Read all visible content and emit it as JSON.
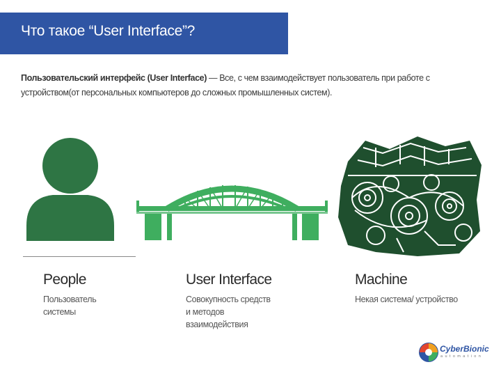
{
  "header": {
    "title": "Что такое “User Interface”?"
  },
  "definition": {
    "term": "Пользовательский интерфейс (User Interface)",
    "dash": " — ",
    "text": "Все, с чем взаимодействует пользователь при работе с устройством(от персональных компьютеров до сложных промышленных систем)."
  },
  "columns": [
    {
      "title": "People",
      "desc_lines": [
        "Пользователь",
        "системы"
      ]
    },
    {
      "title": "User Interface",
      "desc_lines": [
        "Совокупность средств",
        "и методов",
        "взаимодействия"
      ]
    },
    {
      "title": "Machine",
      "desc_lines": [
        "Некая система/ устройство"
      ]
    }
  ],
  "illustrations": {
    "person": "person-silhouette-icon",
    "bridge": "bridge-icon",
    "machine": "engine-icon"
  },
  "logo": {
    "brand": "CyberBionic",
    "sub": "automation"
  },
  "colors": {
    "header_bg": "#2f55a4",
    "person": "#2e7544",
    "bridge": "#3fae5f",
    "engine": "#1f4f2e",
    "logo_blue": "#2f55a4"
  }
}
